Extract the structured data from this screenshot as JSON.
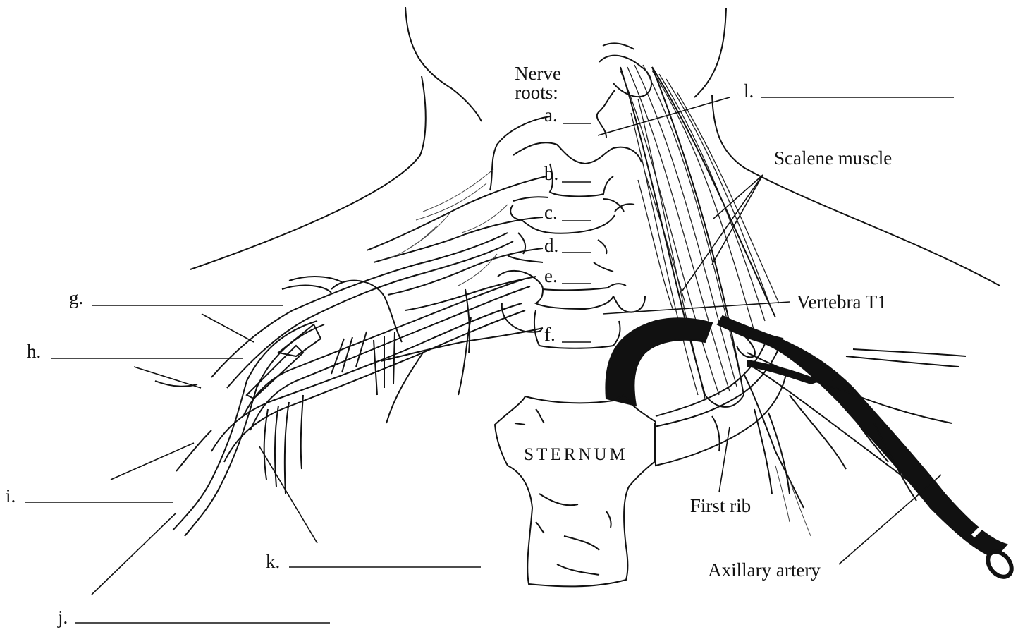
{
  "header": {
    "nerve_roots_line1": "Nerve",
    "nerve_roots_line2": "roots:"
  },
  "letter_labels": {
    "a": "a.",
    "b": "b.",
    "c": "c.",
    "d": "d.",
    "e": "e.",
    "f": "f.",
    "g": "g.",
    "h": "h.",
    "i": "i.",
    "j": "j.",
    "k": "k.",
    "l": "l."
  },
  "structures": {
    "scalene_muscle": "Scalene muscle",
    "vertebra_t1": "Vertebra T1",
    "sternum": "STERNUM",
    "first_rib": "First rib",
    "axillary_artery": "Axillary artery"
  }
}
